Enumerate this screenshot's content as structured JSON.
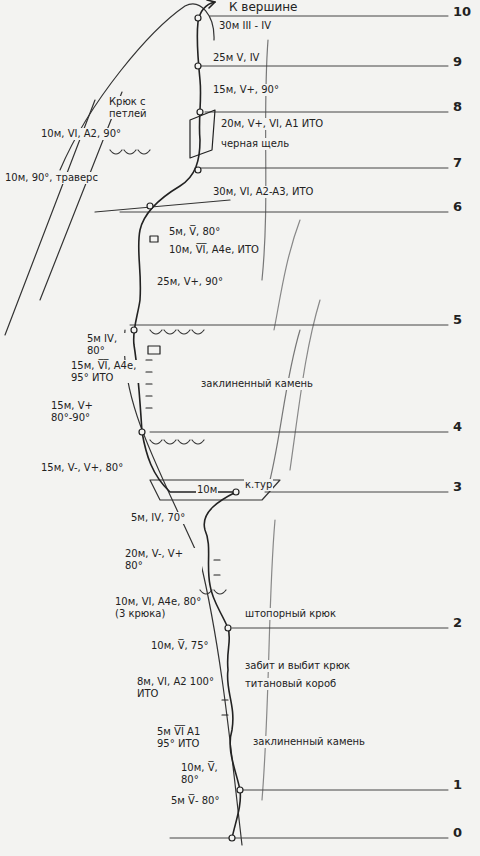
{
  "diagram": {
    "labels": [
      "К вершине",
      "30м III - IV",
      "10",
      "25м V, IV",
      "9",
      "15м, V+, 90°",
      "Крюк с петлей",
      "8",
      "10м, VI, A2, 90°",
      "20м, V+, VI, A1 ИТО",
      "черная щель",
      "7",
      "10м, 90°, траверс",
      "30м, VI, A2-A3, ИТО",
      "6",
      "5м, V̅, 80°",
      "10м, V̅I̅, A4e, ИТО",
      "25м, V+, 90°",
      "5",
      "5м IV, 80°",
      "15м, V̅I̅, A4e, 95° ИТО",
      "заклиненный камень",
      "15м, V+ 80°-90°",
      "4",
      "15м, V-, V+, 80°",
      "10м",
      "к.тур",
      "3",
      "5м, IV, 70°",
      "20м, V-, V+ 80°",
      "10м, VI, A4e, 80° (3 крюка)",
      "штопорный крюк",
      "2",
      "10м, V̅, 75°",
      "забит и выбит крюк",
      "титановый короб",
      "8м, VI, A2 100° ИТО",
      "5м V̅I̅ A1 95° ИТО",
      "10м, V̅, 80°",
      "5м V̅- 80°",
      "заклиненный камень",
      "1",
      "0"
    ]
  }
}
